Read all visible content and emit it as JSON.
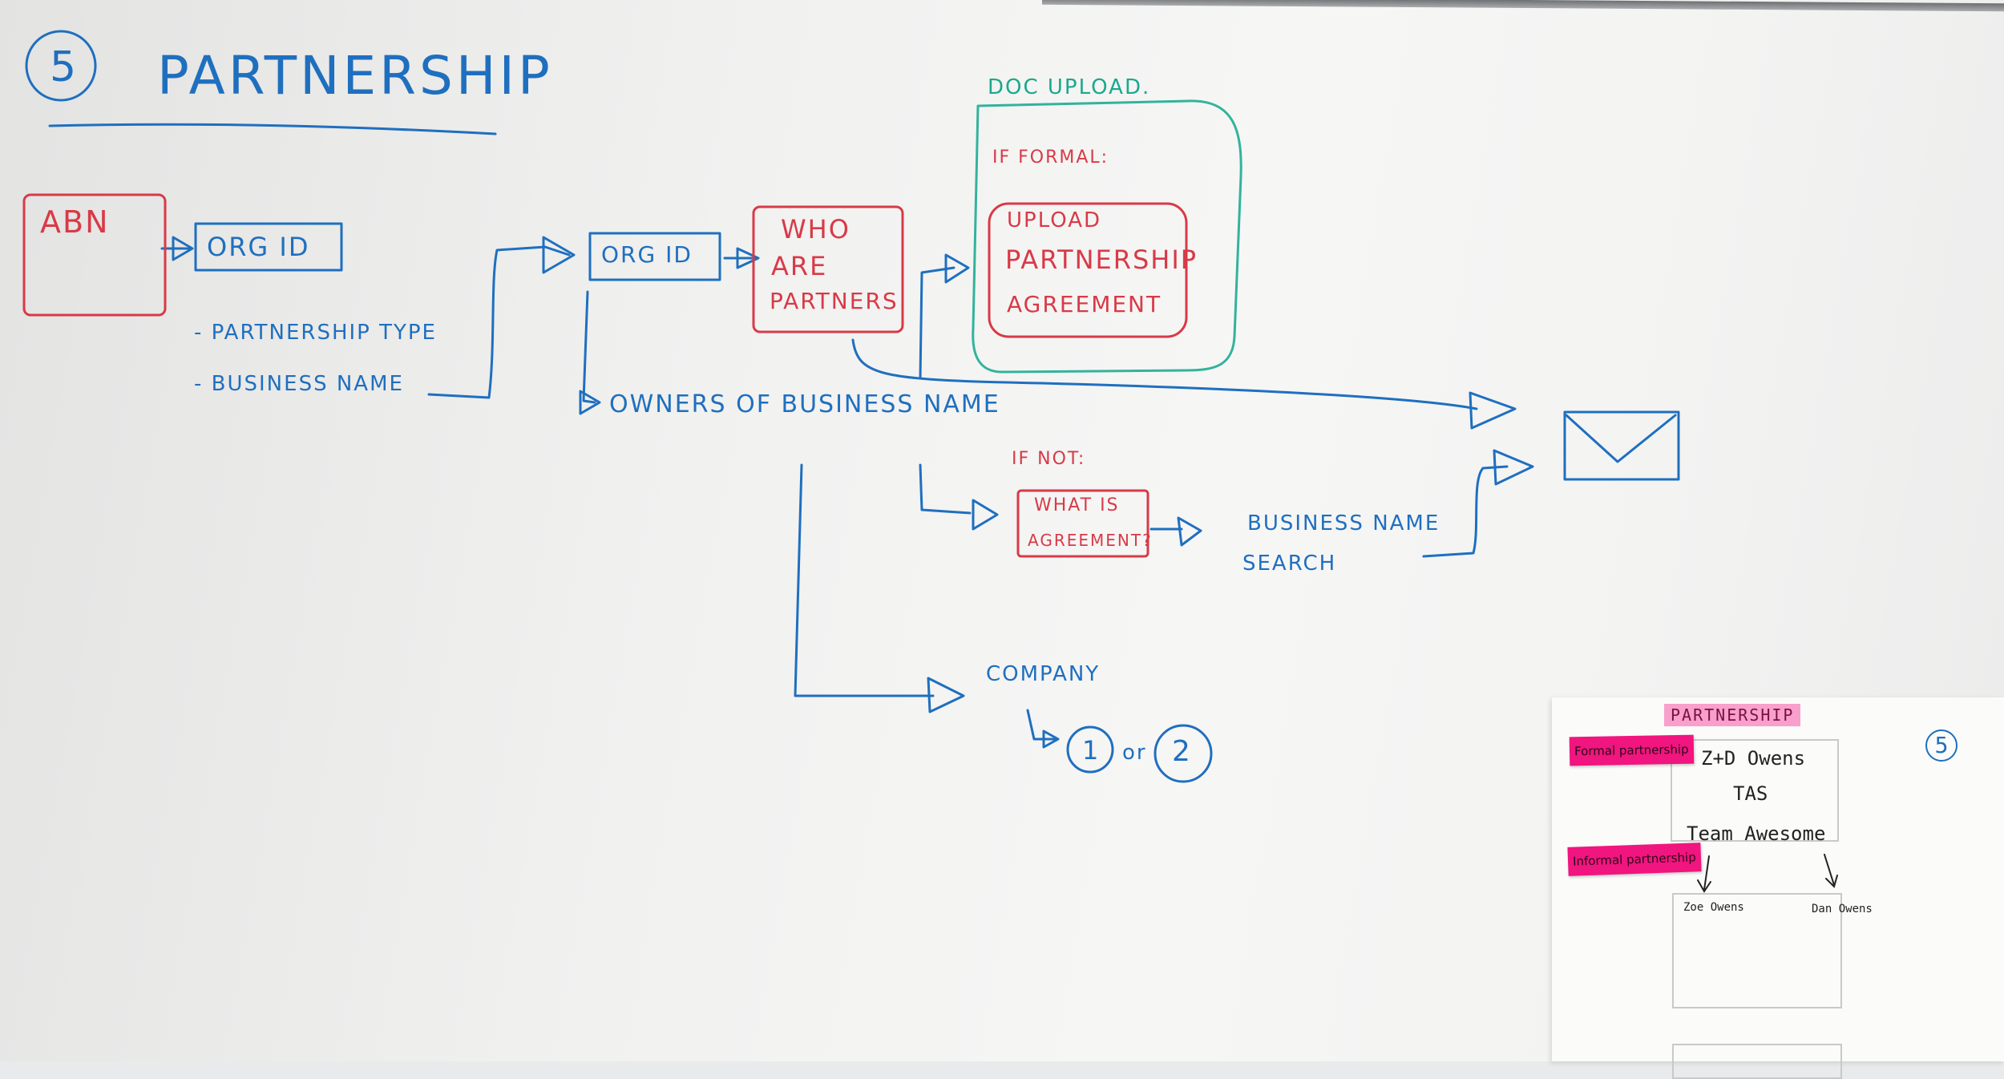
{
  "board": {
    "step_number": "5",
    "title": "PARTNERSHIP",
    "abn": "ABN",
    "org_id_1": "ORG ID",
    "org_id_2": "ORG ID",
    "partnership_type": "- PARTNERSHIP TYPE",
    "business_name": "- BUSINESS NAME",
    "who_are_partners": [
      "WHO",
      "ARE",
      "PARTNERS"
    ],
    "owners_of_business_name": "OWNERS OF BUSINESS NAME",
    "doc_upload": "DOC UPLOAD.",
    "if_formal": "IF FORMAL:",
    "upload_agreement": [
      "UPLOAD",
      "PARTNERSHIP",
      "AGREEMENT"
    ],
    "if_not": "IF NOT:",
    "what_is_agreement": [
      "WHAT IS",
      "AGREEMENT?"
    ],
    "business_name_search": [
      "BUSINESS NAME",
      "SEARCH"
    ],
    "company": "COMPANY",
    "option_1": "1",
    "or": "or",
    "option_2": "2",
    "envelope_icon": "envelope-icon"
  },
  "sheet": {
    "title": "PARTNERSHIP",
    "number": "5",
    "sticky_formal": "Formal partnership",
    "sticky_informal": "Informal partnership",
    "line1": "Z+D Owens",
    "line2": "TAS",
    "line3": "Team Awesome",
    "name_left": "Zoe Owens",
    "name_right": "Dan Owens"
  },
  "colors": {
    "blue": "#1f6fbf",
    "red": "#d83a47",
    "teal": "#1aa88d",
    "sticky": "#f0157f"
  }
}
